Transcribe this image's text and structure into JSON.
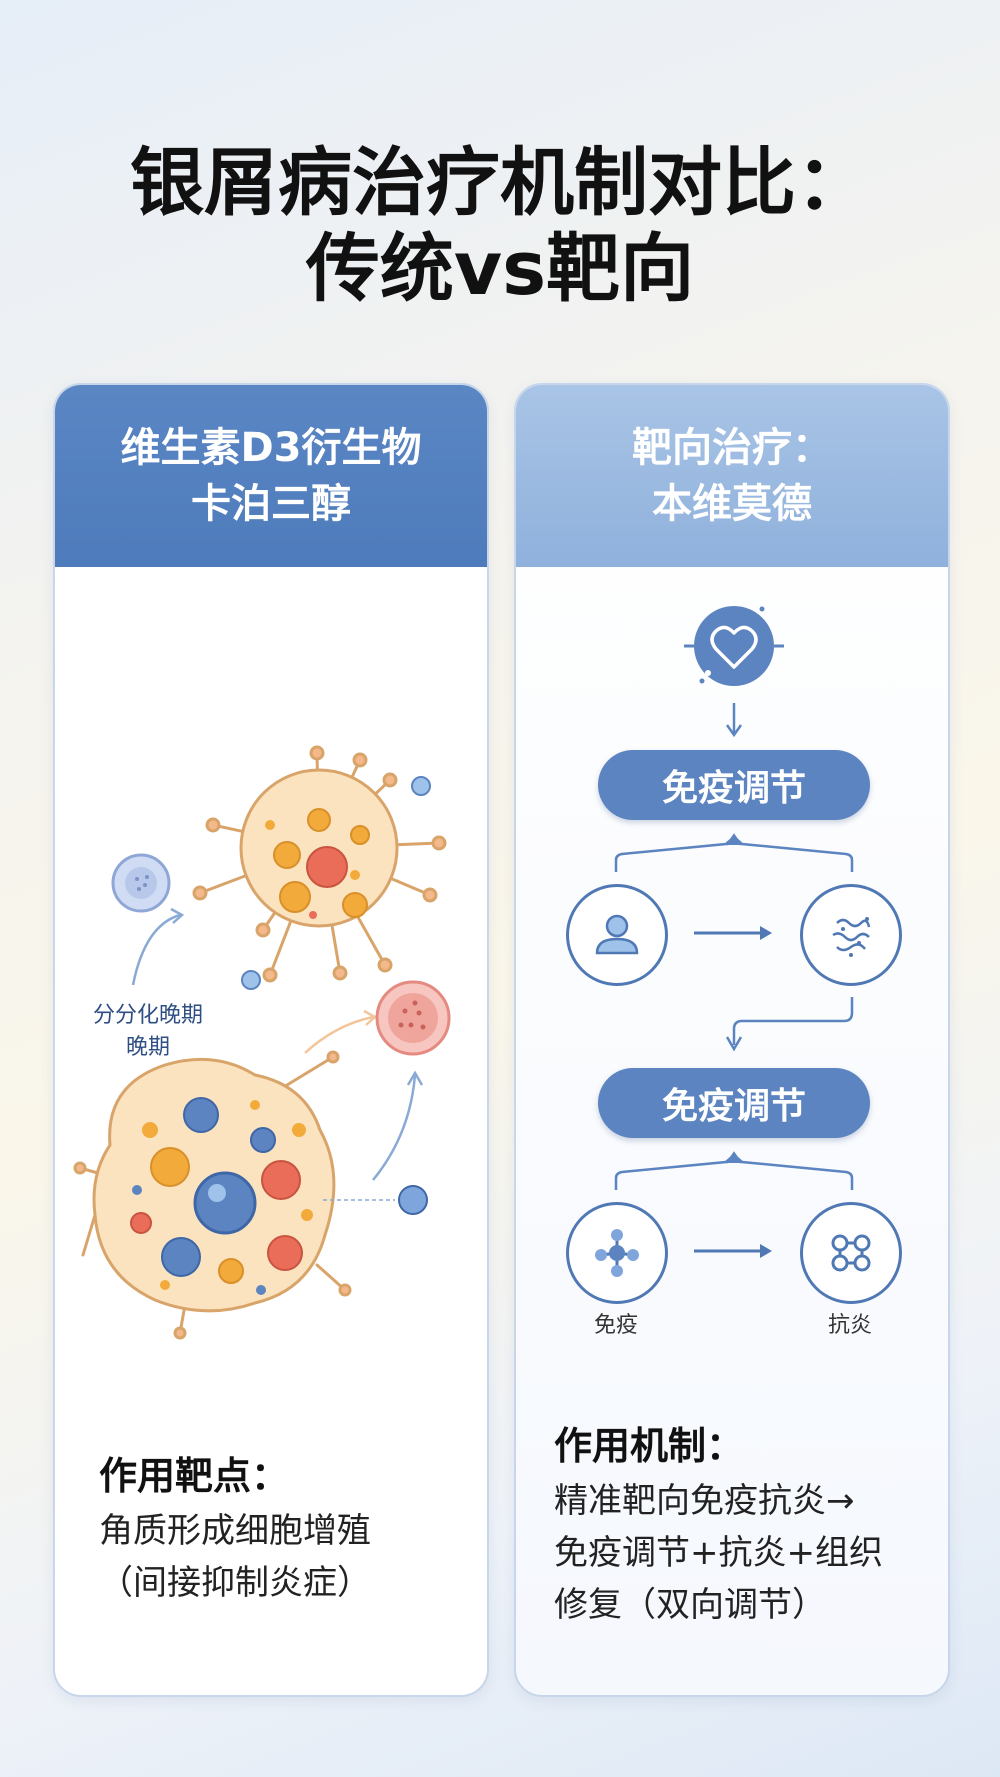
{
  "title": {
    "line1": "银屑病治疗机制对比：",
    "line2": "传统vs靶向"
  },
  "left_panel": {
    "header_line1": "维生素D3衍生物",
    "header_line2": "卡泊三醇",
    "illustration_label_line1": "分分化晚期",
    "illustration_label_line2": "晚期",
    "section_heading": "作用靶点：",
    "body_line1": "角质形成细胞增殖",
    "body_line2": "（间接抑制炎症）"
  },
  "right_panel": {
    "header_line1": "靶向治疗：",
    "header_line2": "本维莫德",
    "pill_top": "免疫调节",
    "pill_bottom": "免疫调节",
    "caption_left": "免疫",
    "caption_right": "抗炎",
    "section_heading": "作用机制：",
    "body_line1": "精准靶向免疫抗炎→",
    "body_line2": "免疫调节+抗炎+组织",
    "body_line3": "修复（双向调节）"
  },
  "icons": {
    "top": "heart-target-icon",
    "row1_left": "person-icon",
    "row1_right": "inflamed-cell-icon",
    "row2_left": "molecule-icon",
    "row2_right": "cell-network-icon"
  },
  "colors": {
    "left_header": "#4e7bbb",
    "right_header": "#9bbbe1",
    "accent_blue": "#5b84c0",
    "cell_body": "#fbe3bf",
    "cell_outline": "#d9a46a"
  }
}
